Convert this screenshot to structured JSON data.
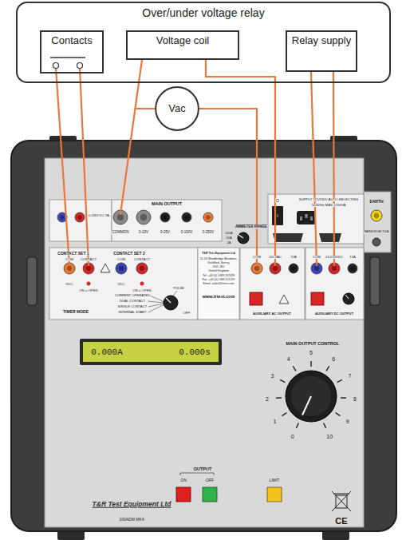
{
  "diagram": {
    "nodes": [
      {
        "text": [
          "Over/under voltage relay"
        ]
      },
      {
        "text": [
          "Contacts"
        ],
        "in": 0
      },
      {
        "text": [
          "Voltage coil"
        ],
        "in": 0
      },
      {
        "text": [
          "Relay supply"
        ],
        "in": 0
      },
      {
        "text": [
          "Vac"
        ]
      }
    ],
    "labels": [
      "0-240V DC 3A",
      "COMMON",
      "MAIN OUTPUT",
      "0-10V",
      "0-25V",
      "0-100V",
      "0-250V",
      "AMMETER RANGE",
      "100A",
      "20A",
      "2A",
      "O",
      "I",
      "SUPPLY 115/230V AUTO-SELECTING",
      "50/60Hz MAX 1200VA",
      "EARTH",
      "MAINS FUSE T10A",
      "CONTACT SET 1",
      "CONTACT SET 2",
      "COM",
      "CONTACT",
      "COM",
      "CONTACT",
      "VDC",
      "ON = OPEN",
      "VDC",
      "ON = OPEN",
      "TIMER MODE",
      "CURRENT OPERATED",
      "DUAL CONTACT",
      "SINGLE CONTACT",
      "INTERNAL START",
      "PULSE",
      "OFF",
      "T&R Test Equipment Ltd",
      "15-16 Woodbridge Meadows,",
      "Guildford, Surrey,",
      "GU1 1BJ",
      "United Kingdom",
      "Tel: +44 (0) 1483 207428",
      "Fax: +44 (0) 1483 511229",
      "Email: sales@trtest.com",
      "www.trtest.com",
      "COM",
      "110 VAC",
      "T2A",
      "AUXILIARY AC OUTPUT",
      "COM",
      "24-220VDC",
      "T2A",
      "AUXILIARY DC OUTPUT",
      "0.000A",
      "0.000s",
      "MAIN OUTPUT CONTROL",
      "0",
      "1",
      "2",
      "3",
      "4",
      "5",
      "6",
      "7",
      "8",
      "9",
      "10",
      "OUTPUT",
      "ON",
      "OFF",
      "LIMIT",
      "T&R Test Equipment Ltd",
      "100ADM MK4",
      "CE"
    ]
  }
}
